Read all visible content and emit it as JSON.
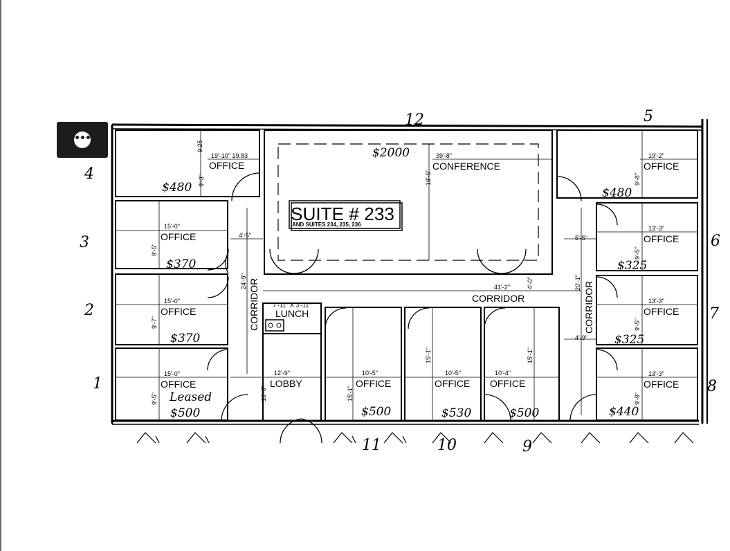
{
  "suite": {
    "title": "SUITE # 233",
    "subtitle": "AND SUITES 234, 235, 236"
  },
  "rooms": {
    "office_4": {
      "label": "OFFICE",
      "dim": "19'-10\" 19.83",
      "dim_v": "9'-3\"",
      "dim_top": "9.25",
      "price": "$480"
    },
    "office_3": {
      "label": "OFFICE",
      "dim": "15'-0\"",
      "dim_v": "9'-5\"",
      "price": "$370"
    },
    "office_2": {
      "label": "OFFICE",
      "dim": "15'-0\"",
      "dim_v": "9'-7\"",
      "price": "$370"
    },
    "office_1": {
      "label": "OFFICE",
      "dim": "15'-0\"",
      "dim_v": "9'-5\"",
      "price": "$500",
      "note": "Leased"
    },
    "conference": {
      "label": "CONFERENCE",
      "dim": "39'-8\"",
      "dim_v": "19'-5\"",
      "price": "$2000"
    },
    "office_5": {
      "label": "OFFICE",
      "dim": "19'-2\"",
      "dim_v": "9'-8\"",
      "price": "$480"
    },
    "office_6": {
      "label": "OFFICE",
      "dim": "13'-3\"",
      "dim_v": "9'-5\"",
      "price": "$325"
    },
    "office_7": {
      "label": "OFFICE",
      "dim": "13'-3\"",
      "dim_v": "9'-5\"",
      "price": "$325"
    },
    "office_8": {
      "label": "OFFICE",
      "dim": "13'-3\"",
      "dim_v": "9'-9\"",
      "price": "$440"
    },
    "lunch": {
      "label": "LUNCH",
      "dim": "7'-11\" X 3'-11\""
    },
    "lobby": {
      "label": "LOBBY",
      "dim": "12'-9\"",
      "dim_v": "10'-8\""
    },
    "office_11": {
      "label": "OFFICE",
      "dim": "10'-5\"",
      "dim_v": "15'-1\"",
      "price": "$500"
    },
    "office_10": {
      "label": "OFFICE",
      "dim": "10'-5\"",
      "dim_v": "15'-1\"",
      "price": "$530"
    },
    "office_9": {
      "label": "OFFICE",
      "dim": "10'-4\"",
      "dim_v": "15'-1\"",
      "price": "$500"
    }
  },
  "corridors": {
    "left": {
      "label": "CORRIDOR",
      "dim": "24'-9\"",
      "dim_w": "4'-5\""
    },
    "center": {
      "label": "CORRIDOR",
      "dim": "41'-2\"",
      "dim_v": "4'-0\""
    },
    "right": {
      "label": "CORRIDOR",
      "dim": "20'-1\"",
      "dim_w": "5'-5\"",
      "dim_w2": "4'-9\""
    }
  },
  "room_numbers": [
    "1",
    "2",
    "3",
    "4",
    "5",
    "6",
    "7",
    "8",
    "9",
    "10",
    "11",
    "12"
  ],
  "menu_button": {
    "icon": "more-horizontal-icon"
  }
}
